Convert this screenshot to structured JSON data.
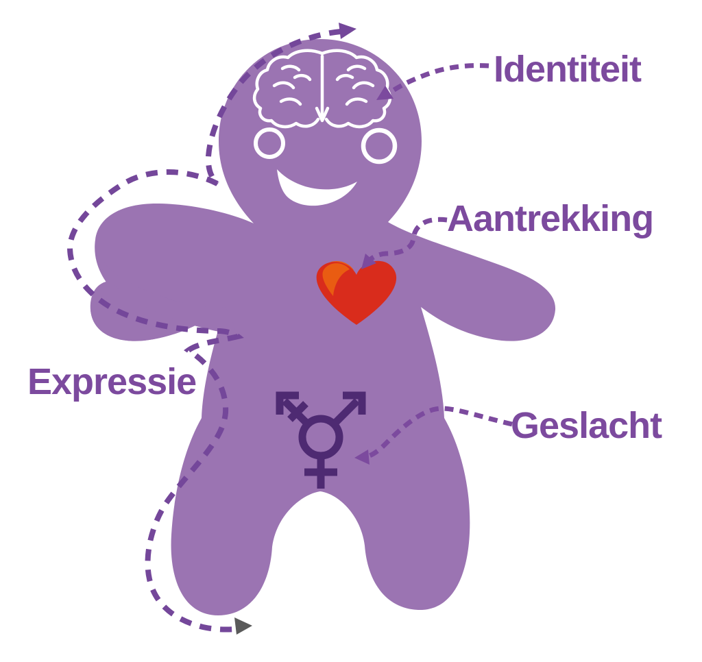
{
  "diagram": {
    "type": "genderbread-person",
    "labels": {
      "identiteit": "Identiteit",
      "aantrekking": "Aantrekking",
      "expressie": "Expressie",
      "geslacht": "Geslacht"
    },
    "icons": {
      "brain": "brain-icon",
      "heart": "heart-icon",
      "gender_symbol": "transgender-symbol-icon"
    },
    "colors": {
      "background": "#ffffff",
      "body": "#9b74b2",
      "label_text": "#7c4a9e",
      "dashed_line": "#74479a",
      "gender_symbol": "#4e2a72",
      "heart_red": "#d92c1c",
      "heart_highlight_orange": "#e95c12",
      "facial_features_white": "#ffffff",
      "end_arrow_gray": "#5a5a5a"
    }
  }
}
